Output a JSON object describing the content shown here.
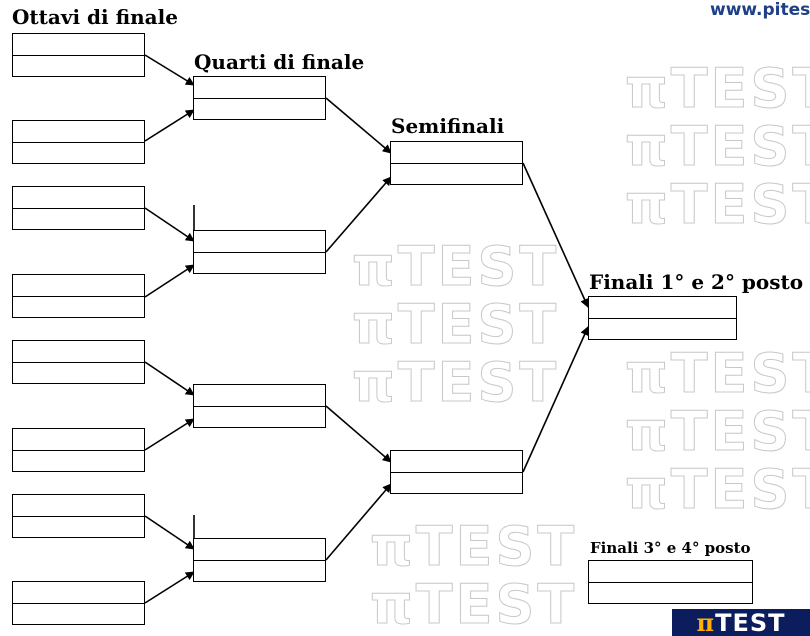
{
  "site": {
    "url": "www.pitest.it"
  },
  "logo": {
    "symbol": "π",
    "text": "TEST"
  },
  "watermark": {
    "text": "πTEST"
  },
  "stages": {
    "round_of_16": "Ottavi di finale",
    "quarter_finals": "Quarti di finale",
    "semi_finals": "Semifinali",
    "final_1_2": "Finali 1° e 2° posto",
    "final_3_4": "Finali 3° e 4° posto"
  },
  "colors": {
    "site_link": "#1f3f87",
    "logo_bg": "#0c1d5e",
    "logo_pi": "#ffb000",
    "watermark_outline": "#c8c8c8"
  }
}
